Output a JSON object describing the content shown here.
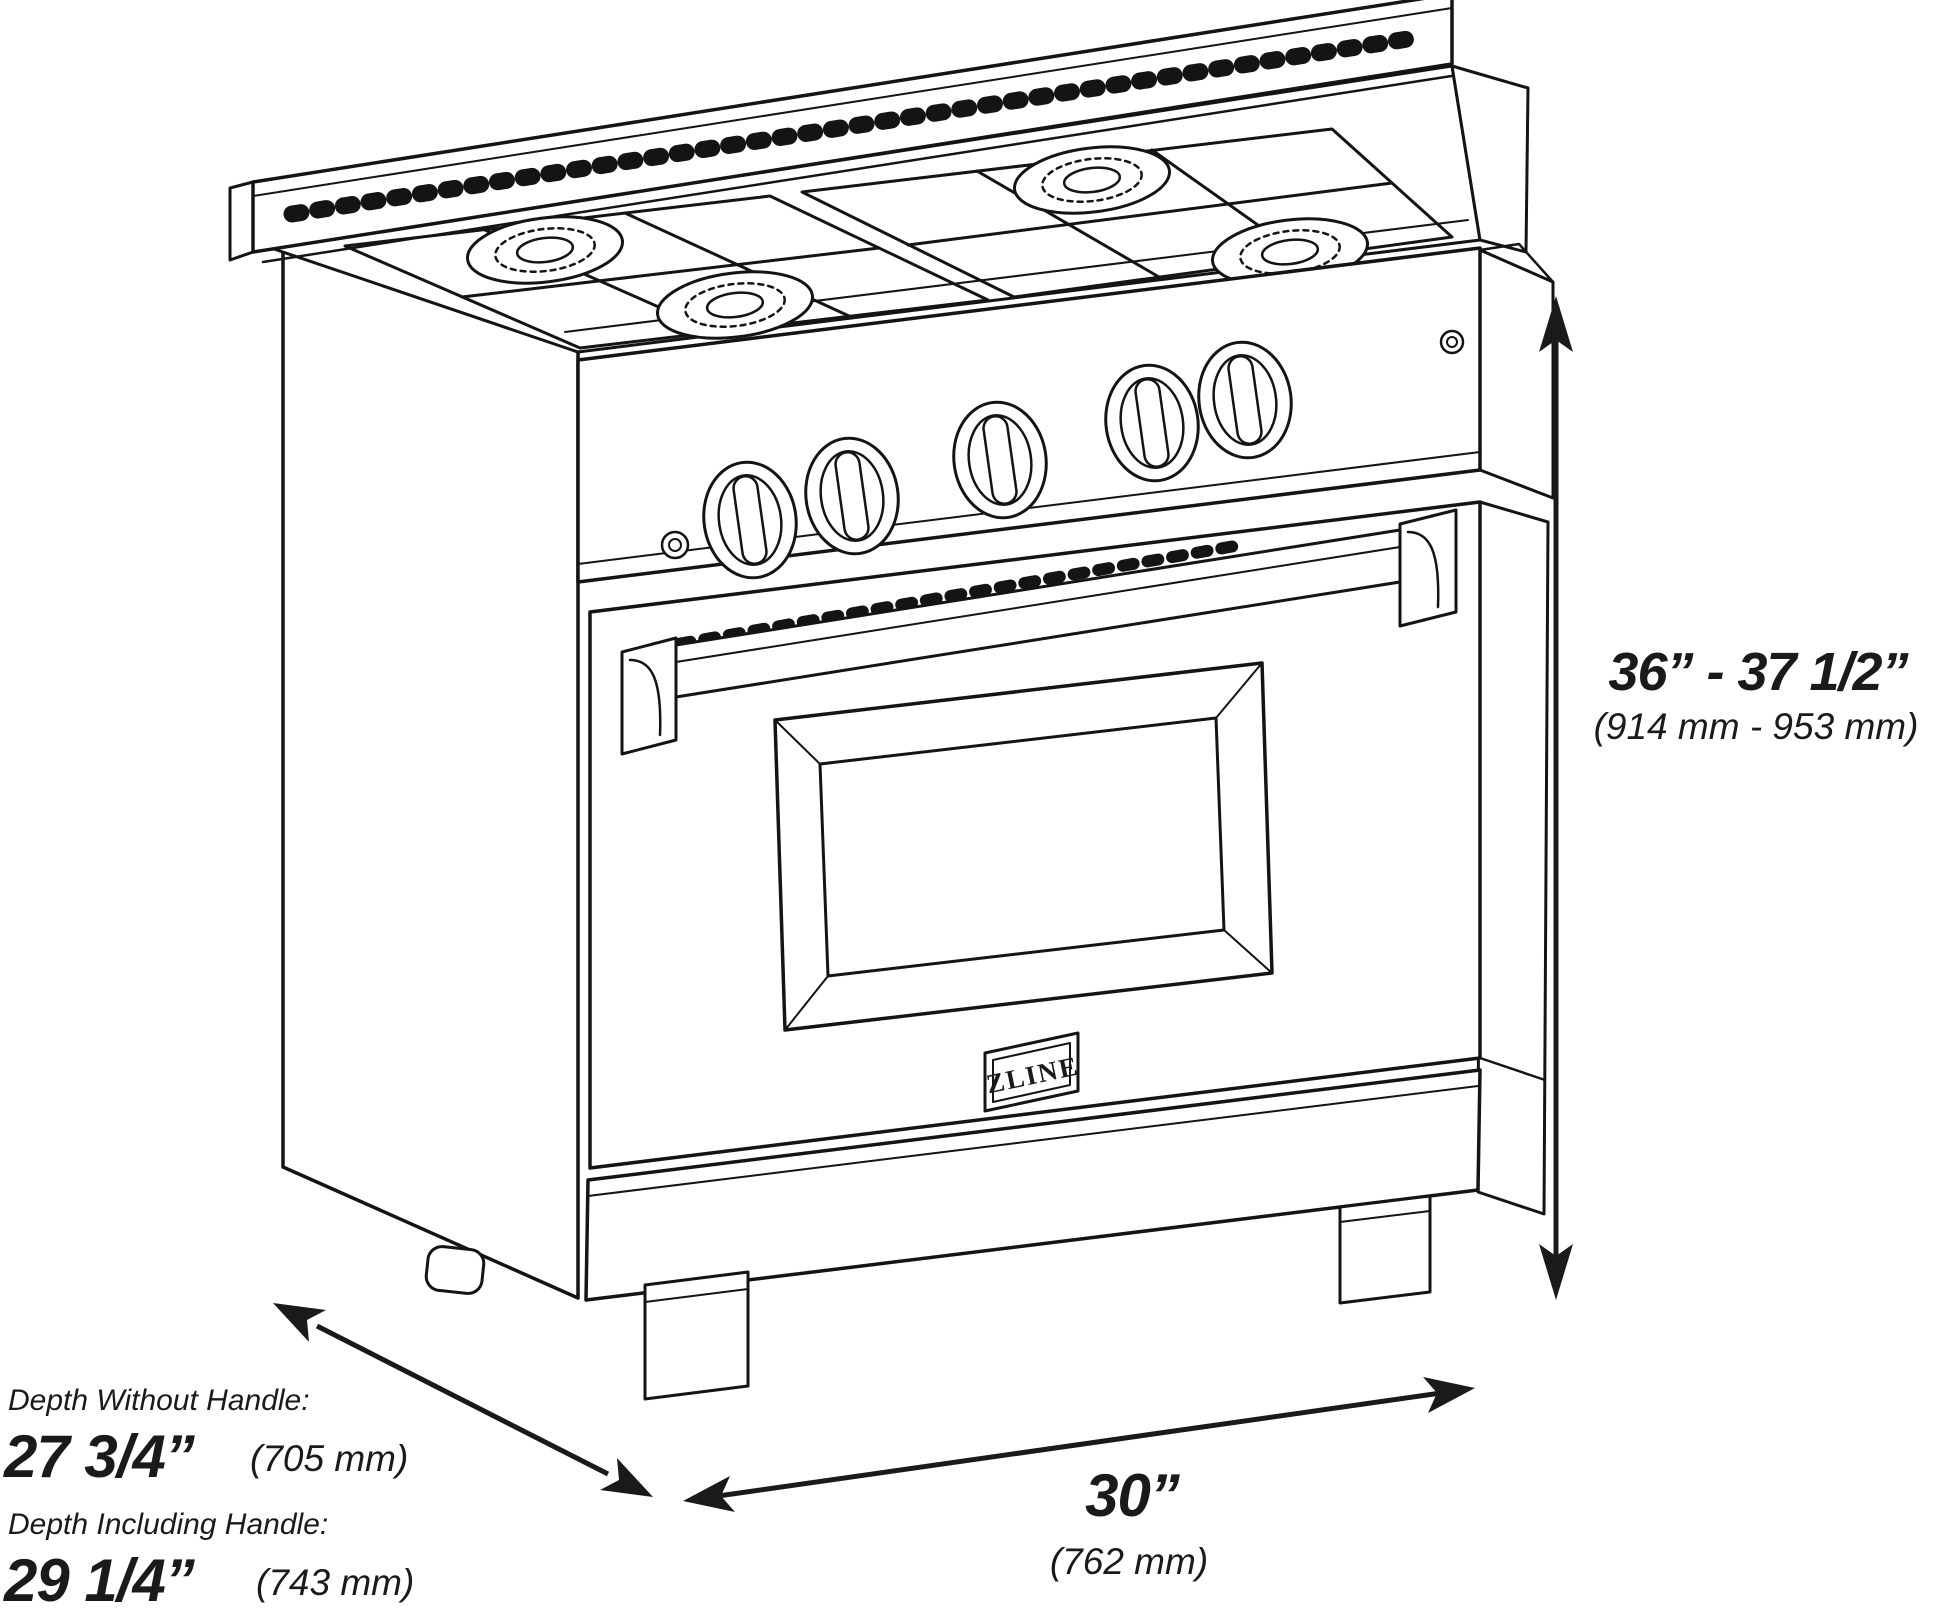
{
  "diagram": {
    "badge": "ZLINE",
    "height": {
      "imperial": "36” - 37 1/2”",
      "metric": "(914 mm - 953 mm)"
    },
    "width": {
      "imperial": "30”",
      "metric": "(762 mm)"
    },
    "depth_without_handle": {
      "label": "Depth Without Handle:",
      "imperial": "27 3/4”",
      "metric": "(705 mm)"
    },
    "depth_including_handle": {
      "label": "Depth Including Handle:",
      "imperial": "29 1/4”",
      "metric": "(743 mm)"
    },
    "appearance": {
      "line_color": "#141414",
      "background": "#ffffff",
      "burner_count": 4,
      "knob_count": 5
    }
  }
}
